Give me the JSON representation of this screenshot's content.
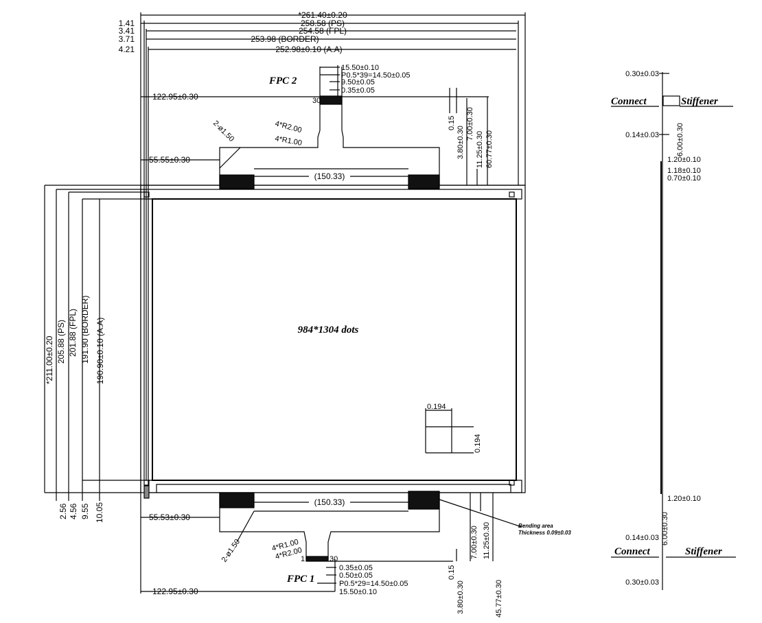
{
  "top_dims": {
    "overall": "*261.40±0.20",
    "ps": "258.58 (PS)",
    "fpl": "254.58 (FPL)",
    "border": "253.98 (BORDER)",
    "aa": "252.98±0.10 (A.A)",
    "offsets": [
      "1.41",
      "3.41",
      "3.71",
      "4.21"
    ]
  },
  "left_dims": {
    "overall": "*211.00±0.20",
    "ps": "205.88 (PS)",
    "fpl": "201.88 (FPL)",
    "border": "191.90 (BORDER)",
    "aa": "190.90±0.10 (A.A)",
    "offsets": [
      "2.56",
      "4.56",
      "9.55",
      "10.05"
    ]
  },
  "panel": {
    "resolution": "984*1304 dots",
    "pixel_w": "0.194",
    "pixel_h": "0.194"
  },
  "fpc2": {
    "title": "FPC 2",
    "width": "15.50±0.10",
    "pitch": "P0.5*39=14.50±0.05",
    "pin_w": "9.50±0.05",
    "pin_gap": "0.35±0.05",
    "pin_count": "30",
    "offset_x": "122.95±0.30",
    "offset_y": "55.55±0.30",
    "r2": "4*R2.00",
    "r1": "4*R1.00",
    "hole": "2-ø1.50",
    "span": "(150.33)",
    "vdims": [
      "0.15",
      "3.80±0.30",
      "7.00±0.30",
      "11.25±0.30",
      "60.77±0.30"
    ]
  },
  "fpc1": {
    "title": "FPC 1",
    "width": "15.50±0.10",
    "pitch": "P0.5*29=14.50±0.05",
    "pin_gap2": "0.50±0.05",
    "pin_gap": "0.35±0.05",
    "pin_first": "1",
    "pin_last": "30",
    "offset_x": "122.95±0.30",
    "offset_y": "55.53±0.30",
    "r2": "4*R2.00",
    "r1": "4*R1.00",
    "hole": "2-ø1.50",
    "span": "(150.33)",
    "vdims": [
      "0.15",
      "3.80±0.30",
      "7.00±0.30",
      "11.25±0.30",
      "45.77±0.30"
    ]
  },
  "bending": {
    "label": "Bending area",
    "thickness": "Thickness 0.09±0.03"
  },
  "side_view": {
    "top": {
      "t1": "0.30±0.03",
      "connect": "Connect",
      "stiffener": "Stiffener",
      "stiff_len": "6.00±0.30",
      "t2": "0.14±0.03",
      "d1": "1.20±0.10",
      "d2": "1.18±0.10",
      "d3": "0.70±0.10"
    },
    "bottom": {
      "d1": "1.20±0.10",
      "stiff_len": "6.00±0.30",
      "t2": "0.14±0.03",
      "connect": "Connect",
      "stiffener": "Stiffener",
      "t1": "0.30±0.03"
    }
  }
}
